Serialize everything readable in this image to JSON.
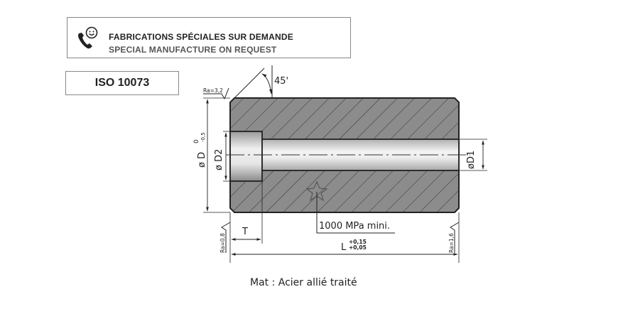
{
  "header": {
    "icon": "phone-smiley-icon",
    "line1": "FABRICATIONS SPÉCIALES SUR DEMANDE",
    "line2": "SPECIAL MANUFACTURE ON REQUEST"
  },
  "standard": {
    "label": "ISO 10073"
  },
  "drawing": {
    "chamfer_angle": "45'",
    "roughness_top": "Ra=3,2",
    "roughness_left": "Ra=0,8",
    "roughness_right": "Ra=1,6",
    "dim_outer_diameter": "ø D",
    "dim_outer_tol_upper": "0",
    "dim_outer_tol_lower": "-0,5",
    "dim_counterbore": "ø D2",
    "dim_bore": "øD1",
    "dim_depth": "T",
    "dim_length": "L",
    "dim_length_tol_upper": "+0,15",
    "dim_length_tol_lower": "+0,05",
    "hardness_note": "1000 MPa mini.",
    "material_note": "Mat : Acier allié traité"
  }
}
